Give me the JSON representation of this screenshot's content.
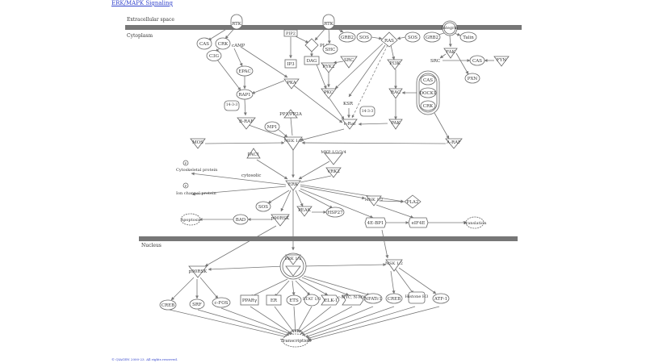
{
  "title": "ERK/MAPK Signaling",
  "copyright": "© QIAGEN 2000-23. All rights reserved.",
  "compartments": {
    "extracellular": "Extracellular space",
    "cytoplasm": "Cytoplasm",
    "nucleus": "Nucleus"
  },
  "nodes": {
    "rtk1": "RTK",
    "rtk2": "RTK",
    "integrin": "Integrin",
    "cas1": "CAS",
    "crk1": "CRK",
    "c3g": "C3G",
    "camp": "cAMP",
    "pip2": "PIP2",
    "plcy": "PLCγ",
    "grb2a": "GRB2",
    "sos1": "SOS",
    "ras": "RAS",
    "sos2": "SOS",
    "grb2b": "GRB2",
    "talin": "Talin",
    "shc": "SHC",
    "src1": "SRC",
    "fak": "FAK",
    "src2": "SRC",
    "cas2": "CAS",
    "fyn": "FYN",
    "pxn": "PXN",
    "epac": "EPAC",
    "ip3": "IP3",
    "dag": "DAG",
    "pyk2": "PYK2",
    "pi3k": "PI3K",
    "rap1": "RAP1",
    "pka": "PKA",
    "pkc": "PKC",
    "rac": "RAC",
    "cas3": "CAS",
    "dock1": "DOCK1",
    "crk2": "CRK",
    "g1433a": "14-3-3",
    "braf": "B-RAF",
    "pp1pp2a": "PP1/PP2A",
    "ksr": "KSR",
    "g1433b": "14-3-3",
    "craf": "c-Raf",
    "pak": "PAK",
    "mp1": "MP1",
    "mos": "MOS",
    "mek": "MEK 1/2",
    "araf": "A-RAF",
    "pac1": "PAC1",
    "mkp": "MKP 1/2/3/4",
    "cytoskeletal": "Cytoskeletal protein",
    "cytosol": "cytosolic",
    "vrk2": "VRK2",
    "erk": "ERK",
    "ionchannel": "Ion channel protein",
    "mnk": "MNK 1/2",
    "pla2": "PLA2",
    "sos3": "SOS",
    "peak": "PEAK",
    "hsp27": "HSP27",
    "apoptosis": "Apoptosis",
    "bad": "BAD",
    "p90rsk1": "p90RSK",
    "eif4ebp1": "4E-BP1",
    "eif4e": "eIF4E",
    "translation": "Translation",
    "erknuc": "ERK 1/2",
    "p90rsk2": "p90RSK",
    "msk": "MSK 1/2",
    "creb1": "CREB",
    "srf": "SRF",
    "cfos": "c-FOS",
    "ppar": "PPARγ",
    "er": "ER",
    "ets": "ETS",
    "stat": "STAT 1/3",
    "elk1": "ELK-1",
    "cmyc": "c-MYC, N-MYC",
    "nfatc1": "NFATc1",
    "creb2": "CREB",
    "histone": "Histone H3",
    "atf1": "ATF-1",
    "transcription": "Transcription"
  },
  "phospho": "P",
  "colors": {
    "membrane": "#777777",
    "stroke": "#666666",
    "link": "#3344cc"
  }
}
